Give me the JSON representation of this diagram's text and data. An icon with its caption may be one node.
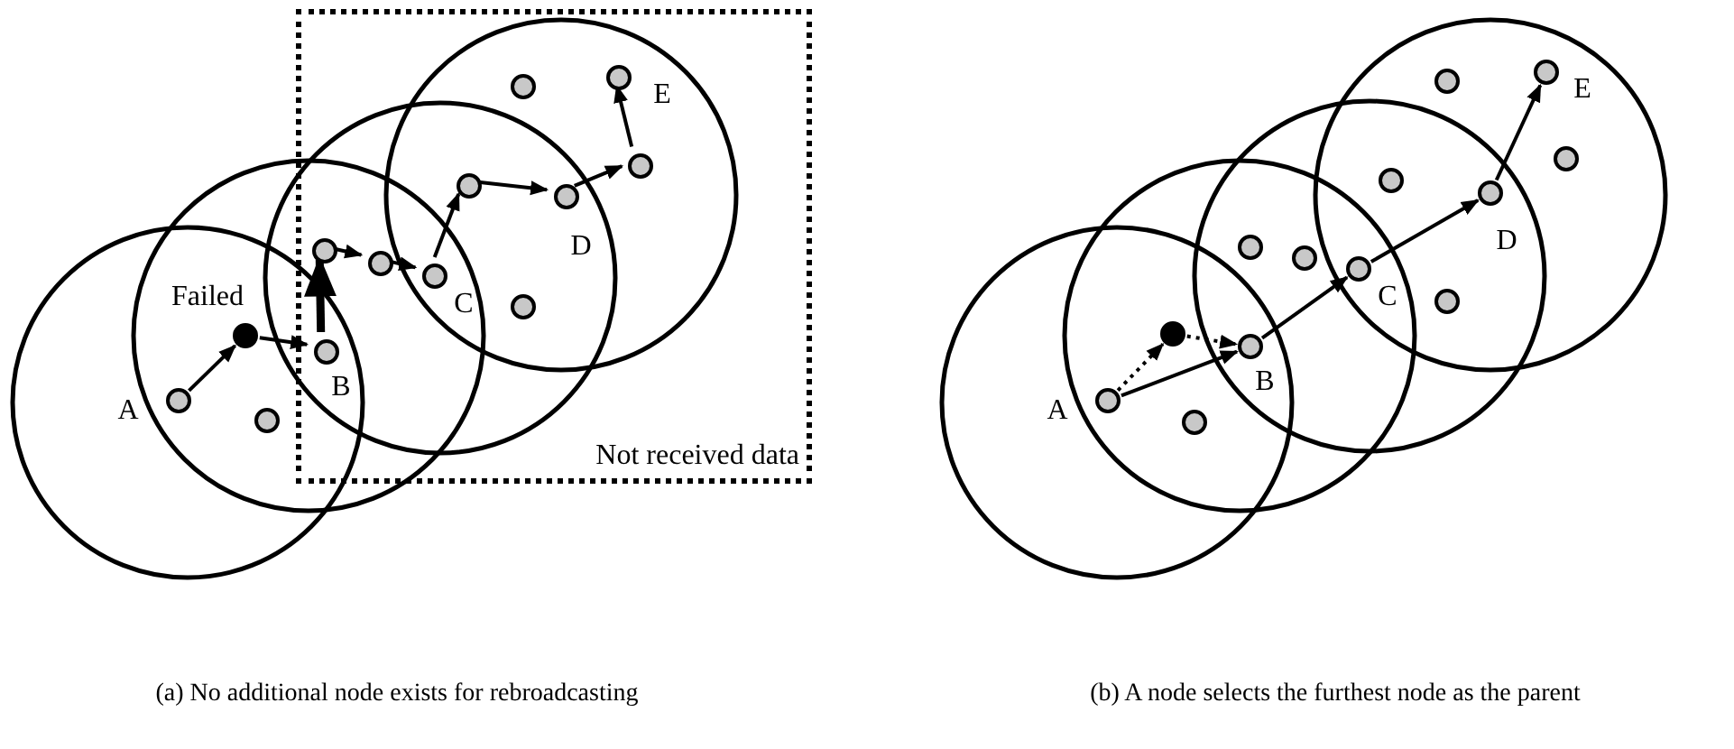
{
  "diagram": {
    "nodes": [
      {
        "text": [],
        "shape": "circle",
        "beside": [
          "A"
        ]
      },
      {
        "text": [],
        "shape": "circle",
        "beside": [
          "Failed"
        ]
      },
      {
        "text": [],
        "shape": "circle"
      },
      {
        "text": [
          "Not received data"
        ]
      },
      {
        "text": [],
        "shape": "circle",
        "beside": [
          "B"
        ],
        "in": 3
      },
      {
        "text": [],
        "shape": "circle",
        "in": 3
      },
      {
        "text": [],
        "shape": "circle",
        "in": 3
      },
      {
        "text": [],
        "shape": "circle",
        "beside": [
          "C"
        ],
        "in": 3
      },
      {
        "text": [],
        "shape": "circle",
        "in": 3
      },
      {
        "text": [],
        "shape": "circle",
        "beside": [
          "D"
        ],
        "in": 3
      },
      {
        "text": [],
        "shape": "circle",
        "in": 3
      },
      {
        "text": [],
        "shape": "circle",
        "beside": [
          "E"
        ],
        "in": 3
      },
      {
        "text": [],
        "shape": "circle",
        "in": 3
      },
      {
        "text": [],
        "shape": "circle",
        "in": 3
      },
      {
        "text": [],
        "shape": "circle",
        "beside": [
          "A"
        ]
      },
      {
        "text": [],
        "shape": "circle"
      },
      {
        "text": [],
        "shape": "circle",
        "beside": [
          "B"
        ]
      },
      {
        "text": [],
        "shape": "circle"
      },
      {
        "text": [],
        "shape": "circle"
      },
      {
        "text": [],
        "shape": "circle"
      },
      {
        "text": [],
        "shape": "circle",
        "beside": [
          "C"
        ]
      },
      {
        "text": [],
        "shape": "circle"
      },
      {
        "text": [],
        "shape": "circle"
      },
      {
        "text": [],
        "shape": "circle",
        "beside": [
          "D"
        ]
      },
      {
        "text": [],
        "shape": "circle"
      },
      {
        "text": [],
        "shape": "circle",
        "beside": [
          "E"
        ]
      },
      {
        "text": [],
        "shape": "circle"
      }
    ],
    "edges": [
      {
        "from": 0,
        "to": 1,
        "arrow": "to"
      },
      {
        "from": 1,
        "to": 4,
        "arrow": "to"
      },
      {
        "from": 4,
        "to": 5,
        "arrow": "to",
        "style": "thick"
      },
      {
        "from": 5,
        "to": 6,
        "arrow": "to"
      },
      {
        "from": 6,
        "to": 7,
        "arrow": "to"
      },
      {
        "from": 7,
        "to": 8,
        "arrow": "to"
      },
      {
        "from": 8,
        "to": 9,
        "arrow": "to"
      },
      {
        "from": 9,
        "to": 10,
        "arrow": "to"
      },
      {
        "from": 10,
        "to": 11,
        "arrow": "to"
      },
      {
        "from": 14,
        "to": 15,
        "arrow": "to",
        "style": "dashed"
      },
      {
        "from": 15,
        "to": 16,
        "arrow": "to",
        "style": "dashed"
      },
      {
        "from": 14,
        "to": 16,
        "arrow": "to"
      },
      {
        "from": 16,
        "to": 20,
        "arrow": "to"
      },
      {
        "from": 20,
        "to": 23,
        "arrow": "to"
      },
      {
        "from": 23,
        "to": 25,
        "arrow": "to"
      }
    ],
    "labels": [
      "(a) No additional node exists for rebroadcasting",
      "(b) A node selects the furthest node as the parent"
    ]
  }
}
